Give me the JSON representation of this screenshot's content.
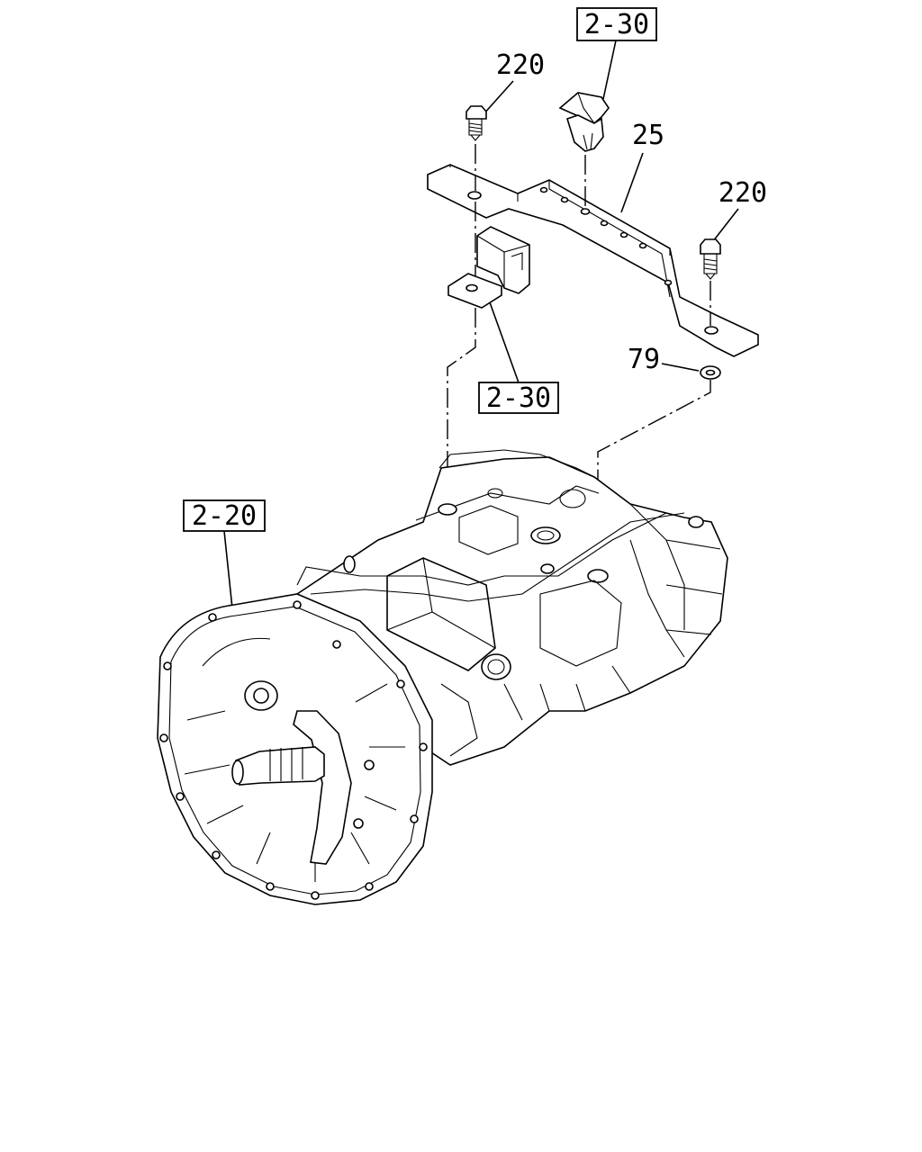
{
  "callouts": {
    "bolt_left": "220",
    "bolt_right": "220",
    "bracket": "25",
    "washer": "79"
  },
  "refs": {
    "clip_ref": "2-30",
    "mount_ref": "2-30",
    "transmission_ref": "2-20"
  }
}
